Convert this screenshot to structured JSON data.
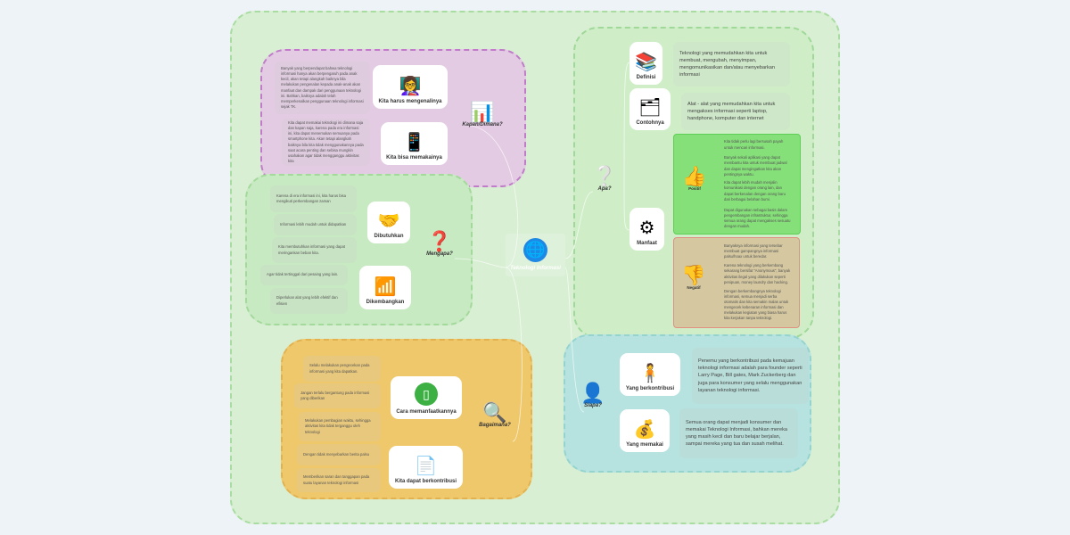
{
  "center": {
    "label": "Teknologi Informasi"
  },
  "kapan": {
    "label": "Kapan/Dimana?",
    "nodes": [
      {
        "label": "Kita harus mengenalinya",
        "note": "Banyak yang berpendapat bahwa teknologi informasi hanya akan berpengaruh pada anak kecil, akan tetapi alangkah baiknya bila melakukan pengenalan kepada anak-anak akan manfaat dan dampak dari penggunaan teknologi ini. Bahkan, baiknya adalah telah memperkenalkan penggunaan teknologi informasi sejak TK."
      },
      {
        "label": "Kita bisa memakainya",
        "note": "Kita dapat memakai teknologi ini dimana saja dan kapan saja, karena pada era informasi ini, kita dapat menemukan semuanya pada smartphone kita. Akan tetapi alangkah baiknya bila kita tidak menggunakannya pada saat acara penting dan sebisa mungkin usahakan agar tidak mengganggu aktivitas kita"
      }
    ]
  },
  "mengapa": {
    "label": "Mengapa?",
    "nodes": [
      {
        "label": "Dibutuhkan",
        "notes": [
          "Karena di era informasi ini, kita harus bisa mengikuti perkembangan zaman",
          "Informasi lebih mudah untuk didapatkan",
          "Kita membutuhkan informasi yang dapat meringankan beban kita."
        ]
      },
      {
        "label": "Dikembangkan",
        "notes": [
          "Agar tidak tertinggal dari pesaing yang lain.",
          "Diperlukan alat yang lebih efektif dan efisien"
        ]
      }
    ]
  },
  "bagaimana": {
    "label": "Bagaimana?",
    "nodes": [
      {
        "label": "Cara memanfaatkannya",
        "notes": [
          "Selalu melakukan pengecekan pada informasi yang kita dapatkan.",
          "Jangan terlalu bergantung pada informasi yang diberikan",
          "Melakukan pembagian waktu, sehingga aktivitas kita tidak terganggu oleh teknologi"
        ]
      },
      {
        "label": "Kita dapat berkontribusi",
        "notes": [
          "Dengan tidak menyebarkan berita palsu",
          "Memberikan saran dan tanggapan pada suatu layanan teknologi informasi"
        ]
      }
    ]
  },
  "apa": {
    "label": "Apa?",
    "definisi": {
      "label": "Definisi",
      "note": "Teknologi yang memudahkan kita untuk membuat, mengubah, menyimpan, mengomunikasikan dan/atau menyebarkan informasi"
    },
    "contoh": {
      "label": "Contohnya",
      "note": "Alat - alat yang memudahkan kita untuk mengakses informasi seperti laptop, handphone, komputer dan internet"
    },
    "manfaat": {
      "label": "Manfaat",
      "positif": {
        "label": "Positif",
        "notes": [
          "Kita tidak perlu lagi bersusah payah untuk mencari informasi.",
          "Banyak sekali aplikasi yang dapat membantu kita untuk membuat jadwal dan dapat mengingatkan kita akan pentingnya waktu.",
          "Kita dapat lebih mudah menjalin komunikasi dengan orang lain, dan dapat berkenalan dengan orang baru dari berbagai belahan bumi.",
          "Dapat digunakan sebagai basis dalam pengembangan infrastruktur, sehingga semua orang dapat mengakses sesuatu dengan mudah."
        ]
      },
      "negatif": {
        "label": "Negatif",
        "notes": [
          "Banyaknya informasi yang tersebar membuat gampangnya informasi palsu/hoax untuk beredar.",
          "Karena teknologi yang berkembang sekarang bersifat \"Anonymous\", banyak aktivitas ilegal yang dilakukan seperti penipuan, money laundry dan hacking.",
          "Dengan berkembangnya teknologi informasi, semua menjadi serba otomatis dan kita semakin malas untuk mengecek kebenaran informasi dan melakukan kegiatan yang biasa harus kita kerjakan tanpa teknologi."
        ]
      }
    }
  },
  "siapa": {
    "label": "Siapa?",
    "nodes": [
      {
        "label": "Yang berkontribusi",
        "note": "Penemu yang berkontribusi pada kemajuan teknologi informasi adalah para founder seperti Larry Page, Bill gates, Mark Zuckerberg dan juga para konsumer yang selalu menggunakan layanan teknologi informasi."
      },
      {
        "label": "Yang memakai",
        "note": "Semua orang dapat menjadi konsumer dan memakai Teknologi Informasi, bahkan mereka yang masih kecil dan baru belajar berjalan, sampai mereka yang tua dan susah melihat."
      }
    ]
  }
}
